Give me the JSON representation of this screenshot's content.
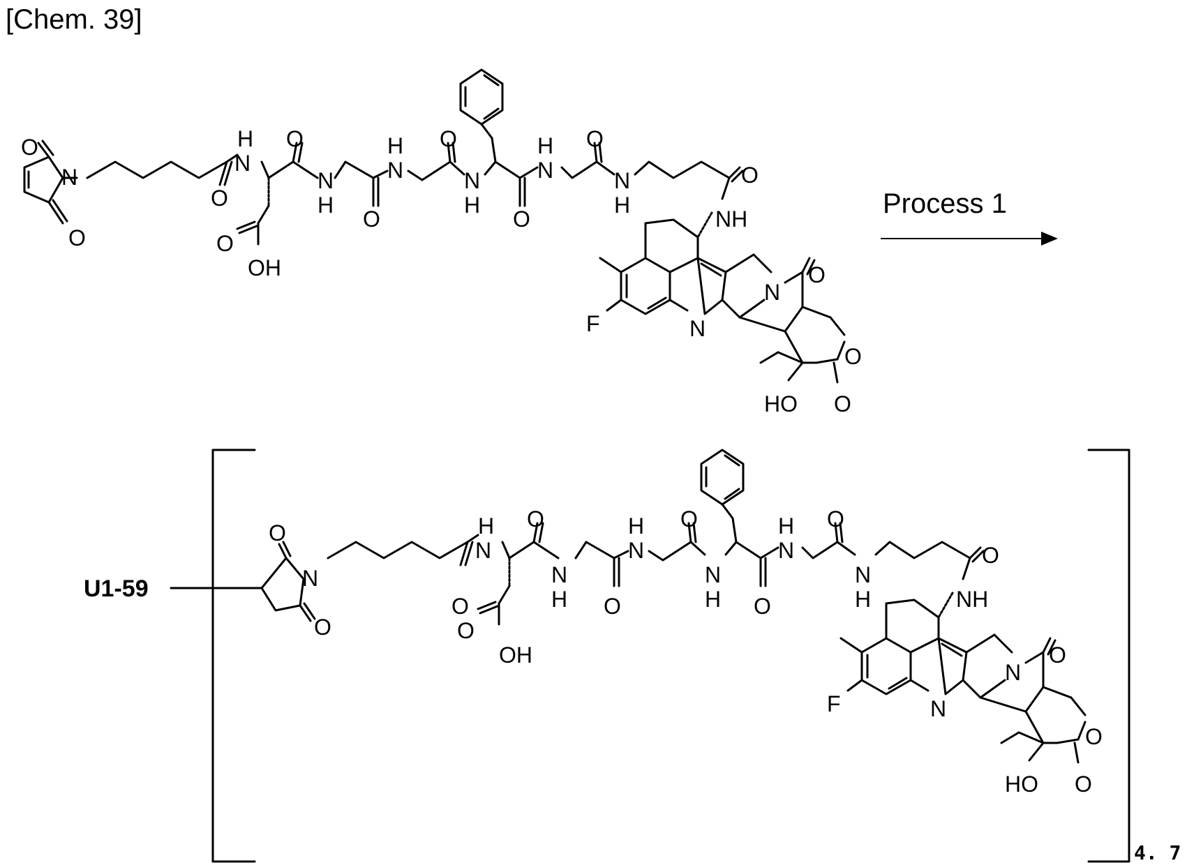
{
  "figure": {
    "label": "[Chem. 39]",
    "arrow_label": "Process 1",
    "antibody_label": "U1-59",
    "ratio_subscript": "4. 7"
  },
  "atoms": {
    "O": "O",
    "N": "N",
    "H": "H",
    "NH": "NH",
    "OH": "OH",
    "HO": "HO",
    "F": "F"
  }
}
